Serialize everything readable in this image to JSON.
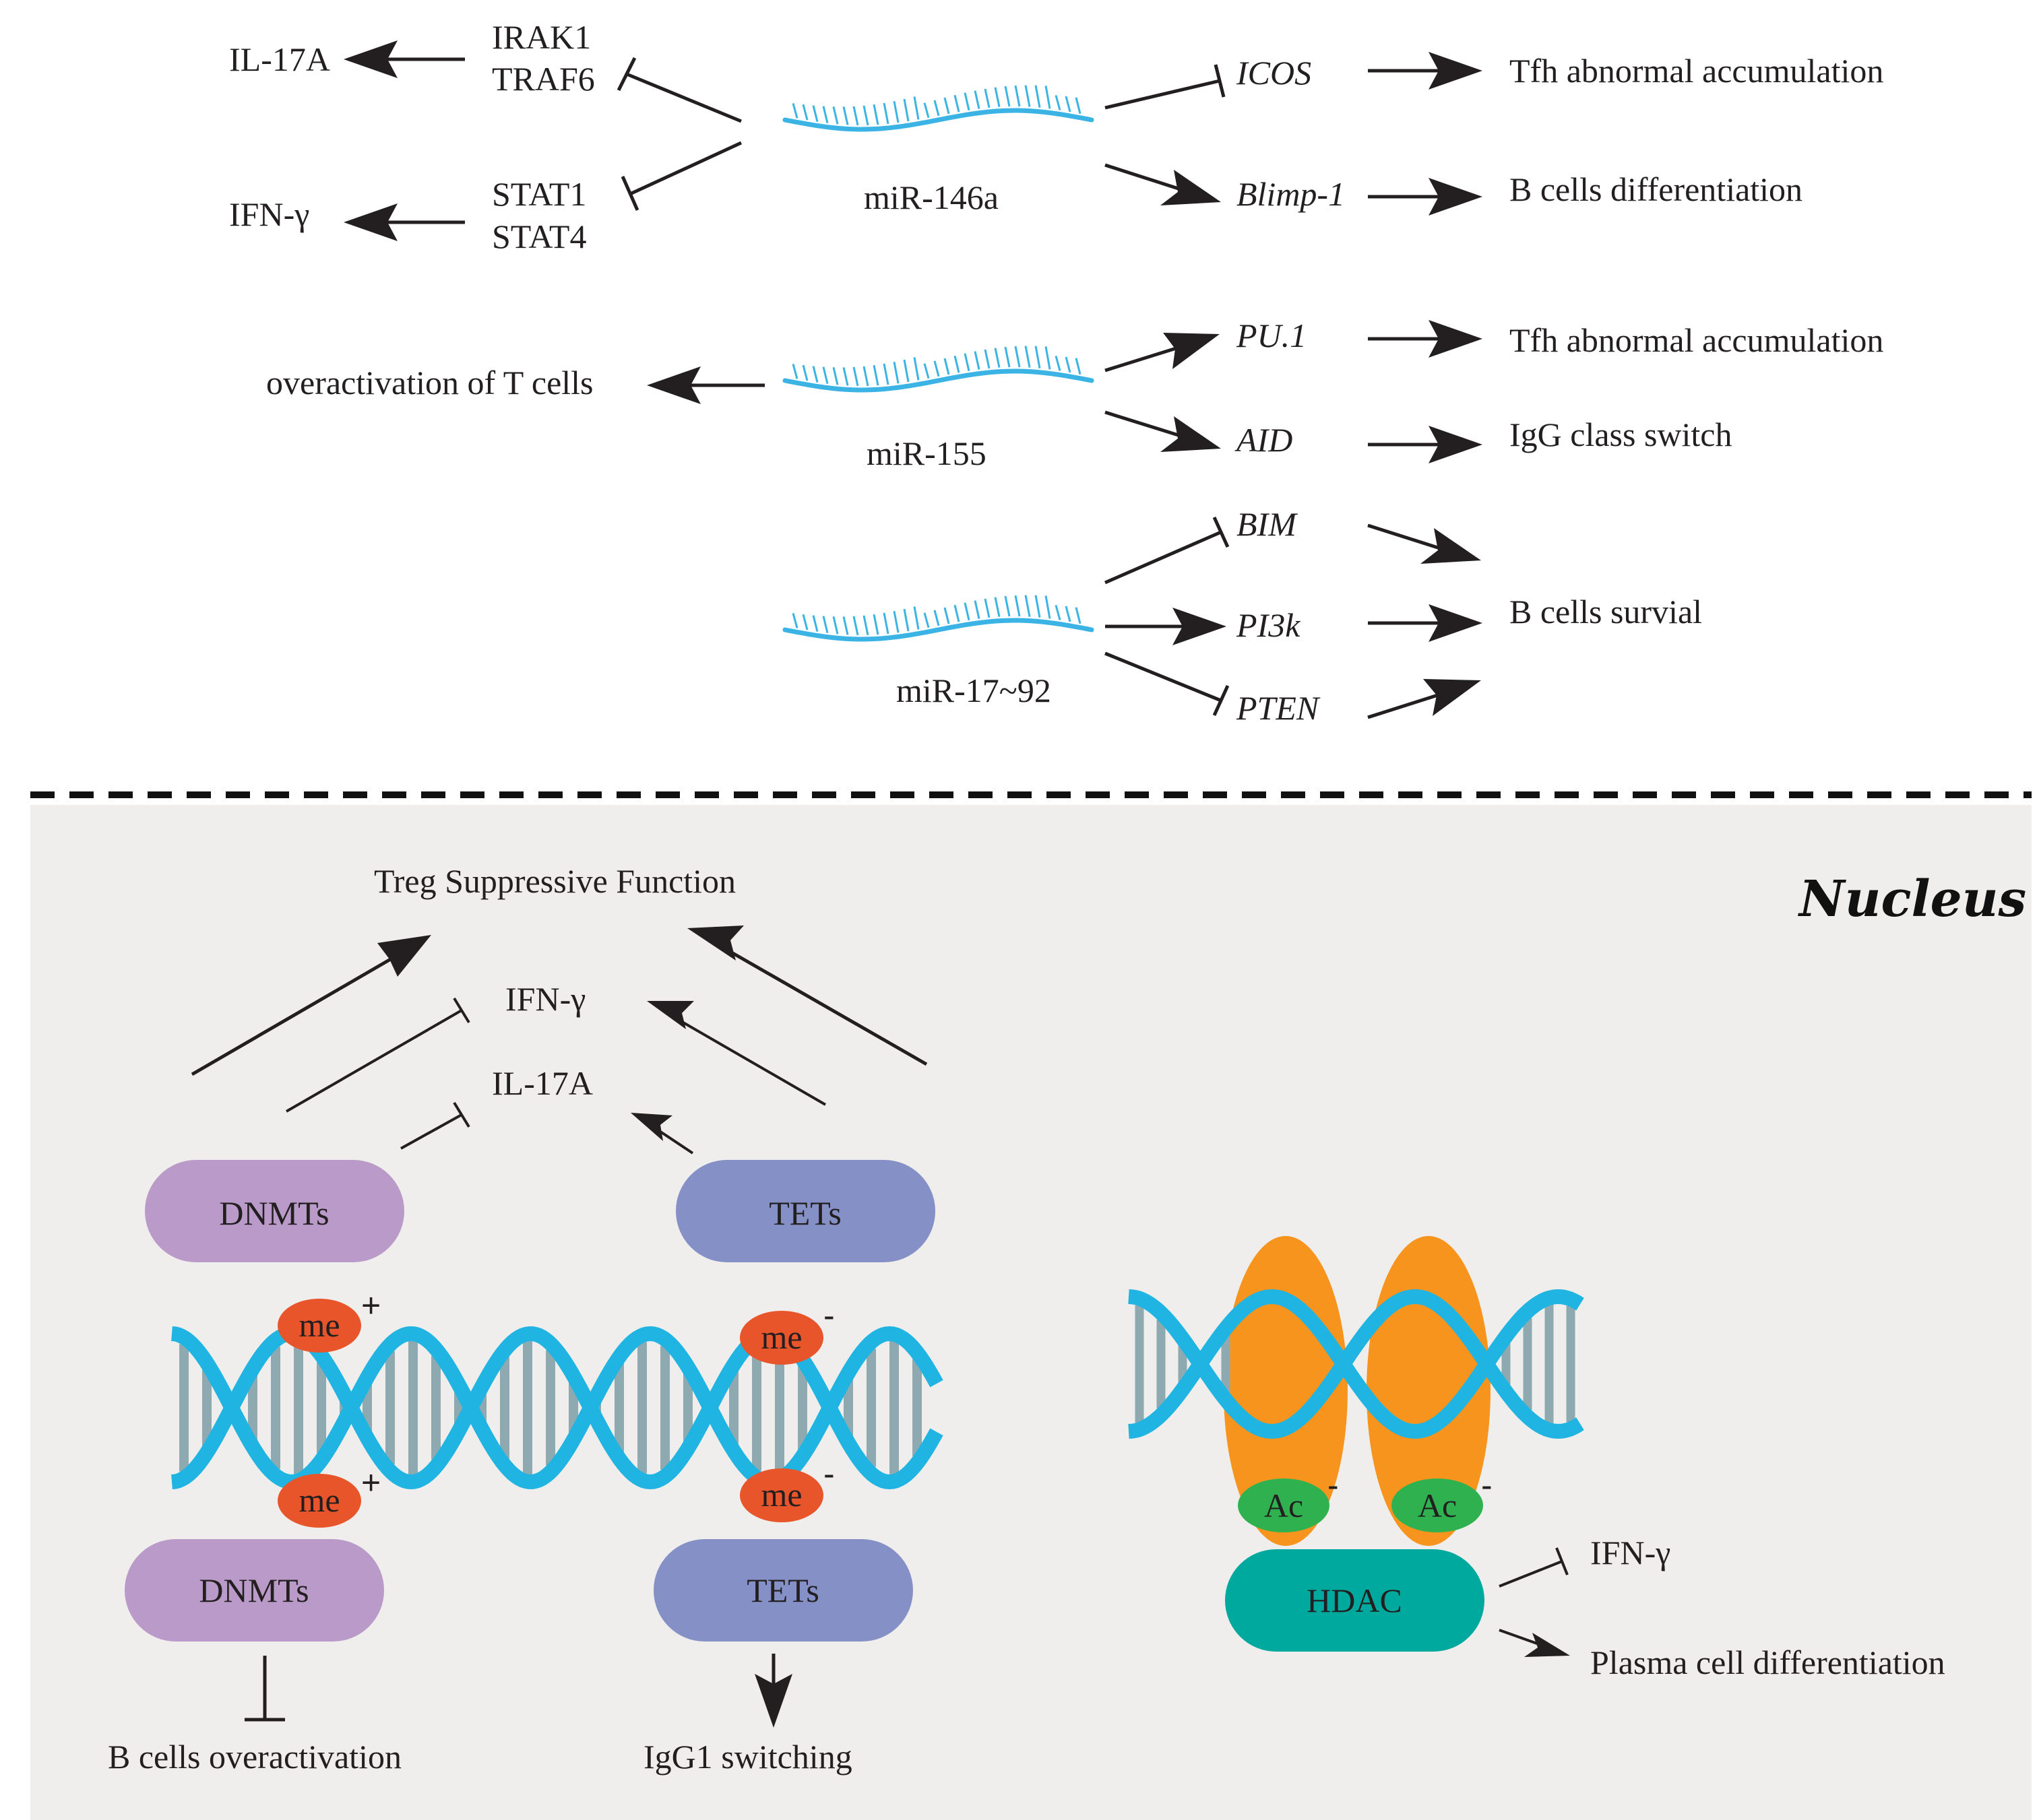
{
  "colors": {
    "mirna": "#3bb4e5",
    "dna_strand": "#1fb4e2",
    "dna_rung": "#8fa9b1",
    "dnmt": "#b99ac9",
    "tet": "#8590c6",
    "me": "#e8552a",
    "histone": "#f7941d",
    "ac": "#2fb150",
    "hdac": "#00a99d",
    "nucleus_bg": "#efeeec",
    "ink": "#231f20"
  },
  "mirnas": {
    "mir146a": {
      "name": "miR-146a",
      "left_targets": [
        {
          "genes": [
            "IRAK1",
            "TRAF6"
          ],
          "effect": "IL-17A"
        },
        {
          "genes": [
            "STAT1",
            "STAT4"
          ],
          "effect": "IFN-γ"
        }
      ],
      "right_targets": [
        {
          "gene": "ICOS",
          "relation": "inhibit",
          "outcome": "Tfh abnormal accumulation"
        },
        {
          "gene": "Blimp-1",
          "relation": "activate",
          "outcome": "B cells differentiation"
        }
      ]
    },
    "mir155": {
      "name": "miR-155",
      "left_effect": "overactivation of T cells",
      "right_targets": [
        {
          "gene": "PU.1",
          "relation": "activate",
          "outcome": "Tfh abnormal accumulation"
        },
        {
          "gene": "AID",
          "relation": "activate",
          "outcome": "IgG class switch"
        }
      ]
    },
    "mir1792": {
      "name": "miR-17~92",
      "right_targets": [
        {
          "gene": "BIM",
          "relation": "inhibit"
        },
        {
          "gene": "PI3k",
          "relation": "activate"
        },
        {
          "gene": "PTEN",
          "relation": "inhibit"
        }
      ],
      "outcome": "B cells survial"
    }
  },
  "nucleus": {
    "title": "Nucleus",
    "treg": "Treg Suppressive Function",
    "ifn": "IFN-γ",
    "il17": "IL-17A",
    "dnmts": "DNMTs",
    "tets": "TETs",
    "me": "me",
    "plus": "+",
    "minus": "-",
    "dnmt_outcome": "B cells overactivation",
    "tet_outcome": "IgG1 switching",
    "ac": "Ac",
    "hdac": "HDAC",
    "hdac_ifn": "IFN-γ",
    "hdac_outcome": "Plasma cell differentiation"
  }
}
